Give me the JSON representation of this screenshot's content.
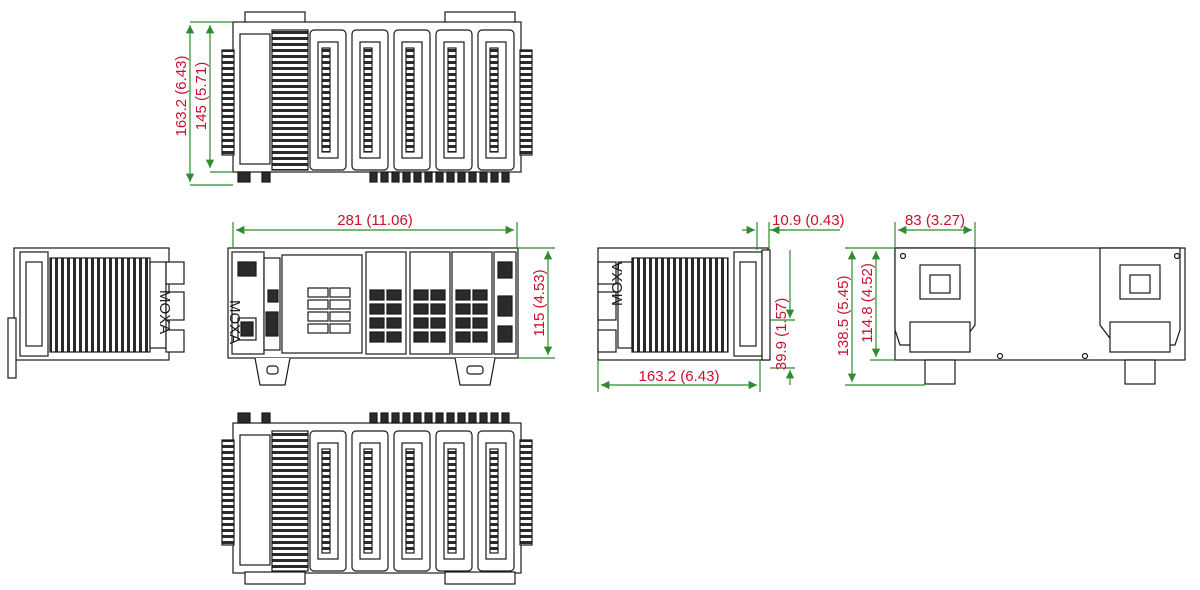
{
  "colors": {
    "dimension_line": "#2e8b2e",
    "dimension_text": "#c8102e",
    "outline": "#1a1a1a",
    "fill_dark": "#2b2b2b",
    "fill_light": "#ffffff"
  },
  "dimensions": {
    "top_overall_height": "163.2 (6.43)",
    "top_body_height": "145 (5.71)",
    "front_width": "281 (11.06)",
    "front_height": "115 (4.53)",
    "side_offset": "10.9 (0.43)",
    "side_small_height": "39.9 (1.57)",
    "side_depth": "163.2 (6.43)",
    "rear_bracket_width": "83 (3.27)",
    "rear_overall_height": "138.5 (5.45)",
    "rear_body_height": "114.8 (4.52)"
  },
  "logos": {
    "front": "MOXA",
    "side_left": "MOXA",
    "side_right": "MOXA"
  }
}
